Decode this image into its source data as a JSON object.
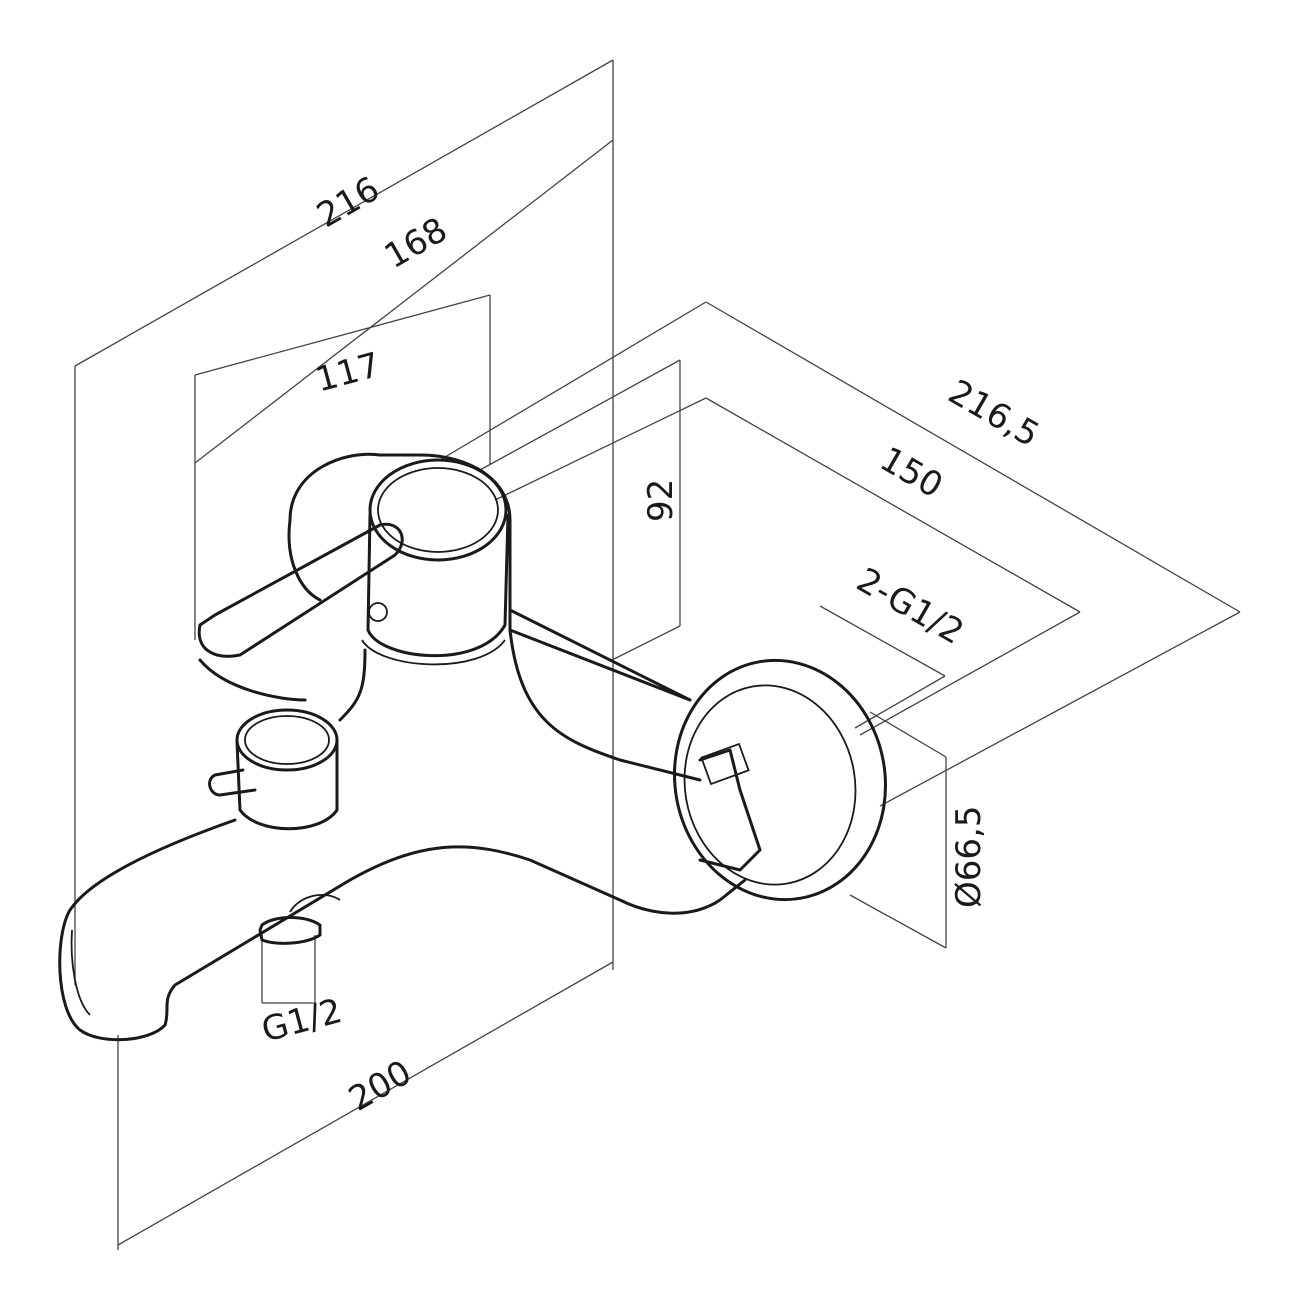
{
  "drawing": {
    "dimensions": {
      "overall_height": "216",
      "wall_to_outlet": "168",
      "handle_width": "117",
      "depth": "216,5",
      "spacing": "150",
      "height_92": "92",
      "inlet_thread": "2-G1/2",
      "flange_diameter": "Ø66,5",
      "outlet_thread": "G1/2",
      "spout_length": "200"
    },
    "colors": {
      "line": "#1a1a1a",
      "dimension": "#444444",
      "background": "#ffffff"
    }
  }
}
